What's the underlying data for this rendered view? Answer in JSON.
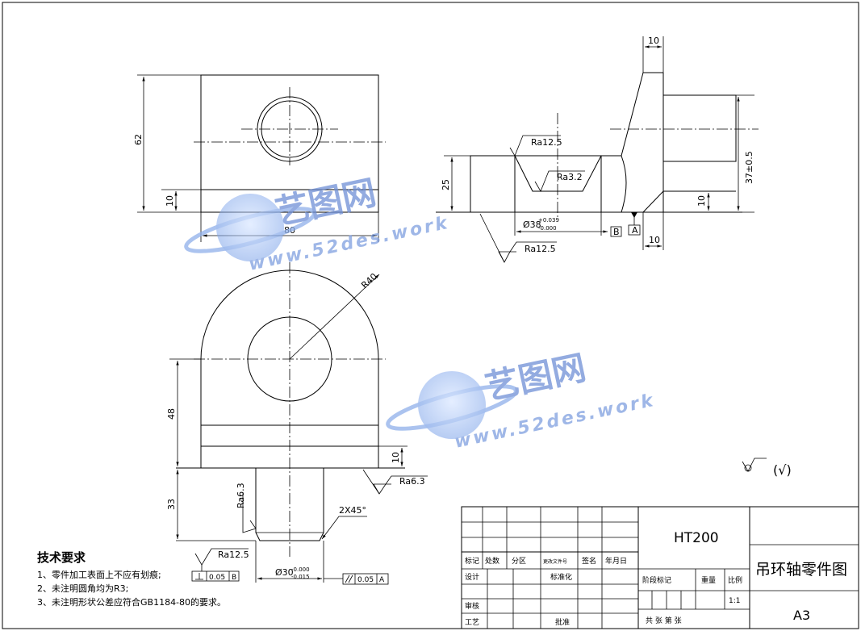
{
  "views": {
    "top": {
      "dim_width": "80",
      "dim_height": "62",
      "dim_lower": "10"
    },
    "section": {
      "dim_top_width": "10",
      "dim_height": "25",
      "dim_bore_main": "Ø38",
      "dim_bore_tol_upper": "+0.039",
      "dim_bore_tol_lower": "-0.000",
      "dim_bottom_width": "10",
      "dim_right_lower": "10",
      "dim_right_vertical": "37±0.5",
      "rough_top": "Ra12.5",
      "rough_inner": "Ra3.2",
      "rough_bottom": "Ra12.5",
      "datum_b": "B",
      "datum_a": "A"
    },
    "front": {
      "dim_radius": "R40",
      "dim_body": "48",
      "dim_step": "10",
      "dim_shaft": "33",
      "dim_chamfer": "2X45°",
      "dim_shaft_dia": "Ø30",
      "dim_shaft_tol_upper": "-0.000",
      "dim_shaft_tol_lower": "-0.015",
      "rough_shaft": "Ra6.3",
      "rough_step": "Ra6.3",
      "rough_bottom": "Ra12.5",
      "tol_perp_value": "0.05",
      "tol_perp_datum": "B",
      "tol_par_value": "0.05",
      "tol_par_datum": "A"
    }
  },
  "general_symbol": "(√)",
  "notes": {
    "title": "技术要求",
    "items": [
      "1、零件加工表面上不应有划痕;",
      "2、未注明圆角均为R3;",
      "3、未注明形状公差应符合GB1184-80的要求。"
    ]
  },
  "title_block": {
    "material": "HT200",
    "part_name": "吊环轴零件图",
    "sheet_size": "A3",
    "scale": "1:1",
    "labels": {
      "mark": "标记",
      "count": "处数",
      "zone": "分区",
      "doc_no": "更改文件号",
      "sign": "签名",
      "date": "年月日",
      "design": "设计",
      "standardize": "标准化",
      "check": "审核",
      "process": "工艺",
      "approve": "批准",
      "stage_mark": "阶段标记",
      "weight": "重量",
      "ratio": "比例",
      "sheets": "共  张  第  张"
    }
  },
  "watermark": {
    "brand": "艺图网",
    "url": "www.52des.work"
  }
}
